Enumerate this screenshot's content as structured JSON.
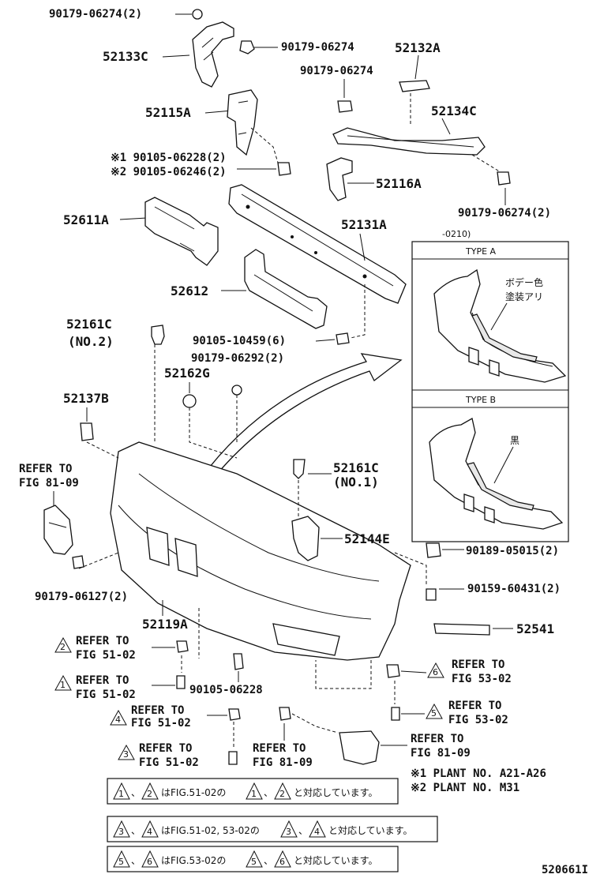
{
  "parts": {
    "p1": "90179-06274(2)",
    "p2": "52133C",
    "p3": "90179-06274",
    "p4": "52132A",
    "p5": "90179-06274",
    "p6": "52115A",
    "p7": "52134C",
    "p8a": "※1 90105-06228(2)",
    "p8b": "※2 90105-06246(2)",
    "p9": "52116A",
    "p10": "90179-06274(2)",
    "p11": "52611A",
    "p12": "52131A",
    "p13": "52612",
    "p14a": "52161C",
    "p14b": "(NO.2)",
    "p15": "90105-10459(6)",
    "p16": "90179-06292(2)",
    "p17": "52162G",
    "p18": "52137B",
    "p19a": "REFER TO",
    "p19b": "FIG 81-09",
    "p20a": "52161C",
    "p20b": "(NO.1)",
    "p21": "52144E",
    "p22": "90189-05015(2)",
    "p23": "90179-06127(2)",
    "p24": "52119A",
    "p25": "90159-60431(2)",
    "p26": "52541",
    "p27": "90105-06228"
  },
  "refs": {
    "r2a": "REFER TO",
    "r2b": "FIG 51-02",
    "n2": "2",
    "r1a": "REFER TO",
    "r1b": "FIG 51-02",
    "n1": "1",
    "r4a": "REFER TO",
    "r4b": "FIG 51-02",
    "n4": "4",
    "r3a": "REFER TO",
    "r3b": "FIG 51-02",
    "n3": "3",
    "r6a": "REFER TO",
    "r6b": "FIG 53-02",
    "n6": "6",
    "r5a": "REFER TO",
    "r5b": "FIG 53-02",
    "n5": "5",
    "rfa": "REFER TO",
    "rfb": "FIG 81-09",
    "rga": "REFER TO",
    "rgb": "FIG 81-09"
  },
  "inset": {
    "date": "-0210)",
    "type_a": "TYPE A",
    "type_a_note1": "ボデー色",
    "type_a_note2": "塗装アリ",
    "type_b": "TYPE B",
    "type_b_note": "黒"
  },
  "plants": {
    "line1": "※1 PLANT NO. A21-A26",
    "line2": "※2 PLANT NO. M31"
  },
  "notes": {
    "note1": {
      "a": "1",
      "b": "2",
      "text1": "はFIG.51-02の",
      "c": "1",
      "d": "2",
      "text2": "と対応しています。"
    },
    "note2": {
      "a": "3",
      "b": "4",
      "text1": "はFIG.51-02, 53-02の",
      "c": "3",
      "d": "4",
      "text2": "と対応しています。"
    },
    "note3": {
      "a": "5",
      "b": "6",
      "text1": "はFIG.53-02の",
      "c": "5",
      "d": "6",
      "text2": "と対応しています。"
    },
    "sep": "、"
  },
  "diagram_id": "520661I"
}
